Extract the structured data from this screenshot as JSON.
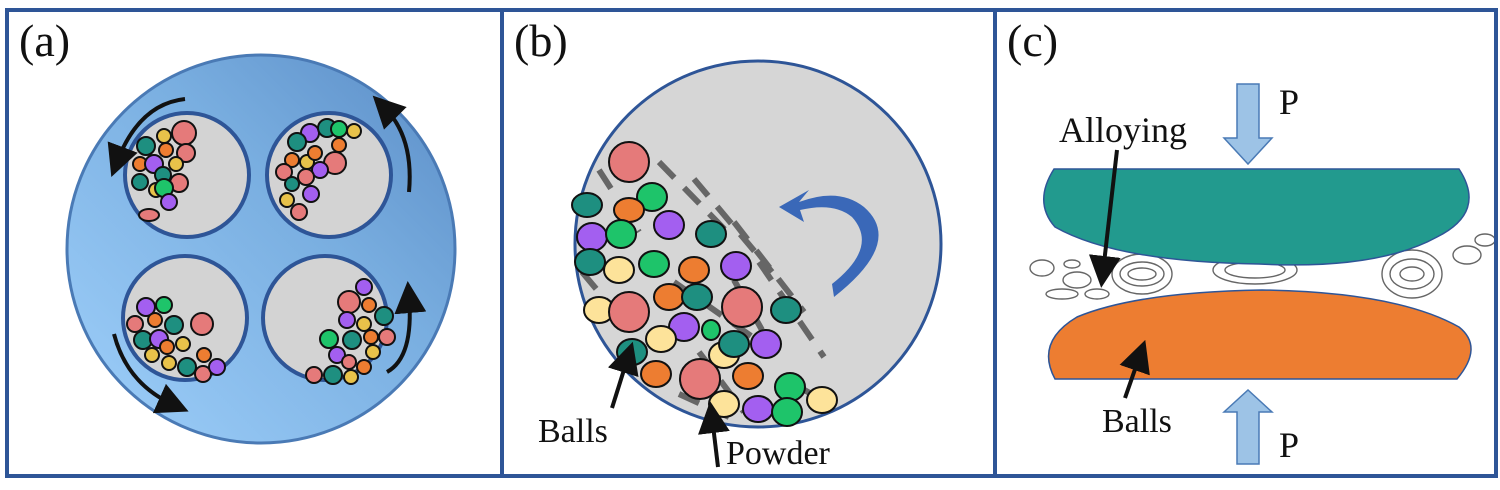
{
  "figure": {
    "panels": [
      {
        "id": "a",
        "label": "(a)",
        "description": "Planetary ball mill: rotating disk with four vials containing balls",
        "colors": {
          "disk": "#7fb2e5",
          "vial": "#d3d3d3",
          "vial_border": "#2e5597",
          "arrow": "#111111"
        }
      },
      {
        "id": "b",
        "label": "(b)",
        "description": "Single vial with balls and powder, rotation arrow",
        "annotations": {
          "balls": "Balls",
          "powder": "Powder"
        },
        "colors": {
          "vial": "#d3d3d3",
          "rotation_arrow": "#3a68b8",
          "dash": "#666666"
        }
      },
      {
        "id": "c",
        "label": "(c)",
        "description": "Ball-powder-ball collision under pressure causing alloying",
        "annotations": {
          "alloying": "Alloying",
          "balls": "Balls",
          "pressure_top": "P",
          "pressure_bottom": "P"
        },
        "colors": {
          "top_ball": "#229a8e",
          "bottom_ball": "#ed7d31",
          "pressure_arrow": "#9dc3e6"
        }
      }
    ],
    "ball_colors": {
      "pink": "#e57a7a",
      "teal": "#1e8f80",
      "orange": "#ed7d31",
      "purple": "#a35ff0",
      "green": "#1ec46a",
      "yellow": "#e8c24a",
      "cream": "#fde39a"
    }
  }
}
